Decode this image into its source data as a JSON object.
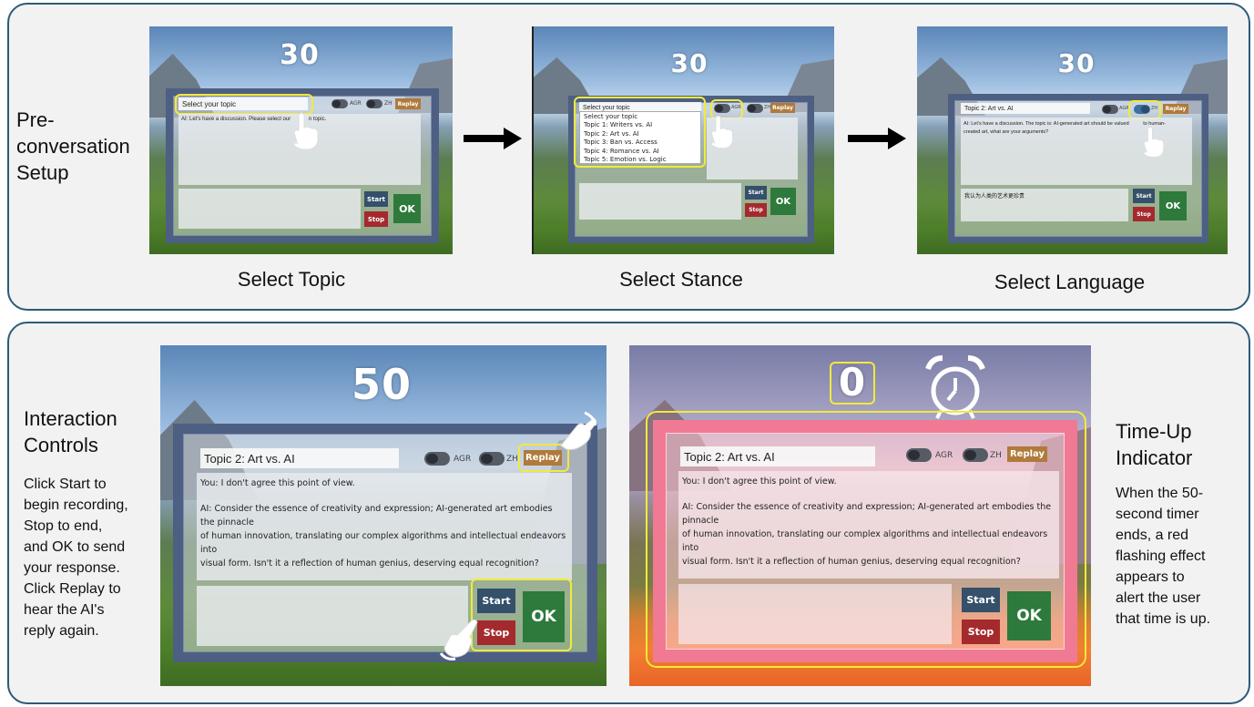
{
  "top": {
    "side_title": [
      "Pre-",
      "conversation",
      "Setup"
    ],
    "captions": [
      "Select Topic",
      "Select Stance",
      "Select Language"
    ],
    "shot1": {
      "timer": "30",
      "topic_placeholder": "Select your topic",
      "ai_text": "AI: Let's have a discussion. Please select our",
      "ai_text_tail": "n topic.",
      "toggle_agr": "AGR",
      "toggle_zh": "ZH",
      "replay": "Replay",
      "start": "Start",
      "stop": "Stop",
      "ok": "OK"
    },
    "shot2": {
      "timer": "30",
      "topic_placeholder": "Select your topic",
      "dropdown_options": [
        "Select your topic",
        "Topic 1: Writers vs. AI",
        "Topic 2: Art vs. AI",
        "Topic 3: Ban vs. Access",
        "Topic 4: Romance vs. AI",
        "Topic 5: Emotion vs. Logic"
      ],
      "toggle_agr": "AGR",
      "toggle_zh": "ZH",
      "replay": "Replay",
      "start": "Start",
      "stop": "Stop",
      "ok": "OK"
    },
    "shot3": {
      "timer": "30",
      "topic": "Topic 2: Art vs. AI",
      "ai_text_1": "AI: Let's have a discussion. The topic is: AI-generated art should be valued",
      "ai_text_1_tail": "to human-",
      "ai_text_2": "created art, what are your arguments?",
      "input_text": "我认为人类的艺术更珍贵",
      "toggle_agr": "AGR",
      "toggle_zh": "ZH",
      "replay": "Replay",
      "start": "Start",
      "stop": "Stop",
      "ok": "OK"
    }
  },
  "bottom": {
    "left_title": [
      "Interaction",
      "Controls"
    ],
    "left_desc": [
      "Click Start to",
      "begin recording,",
      "Stop to end,",
      "and OK to send",
      "your response.",
      "Click Replay to",
      "hear the AI's",
      "reply again."
    ],
    "right_title": [
      "Time-Up",
      "Indicator"
    ],
    "right_desc": [
      "When the 50-",
      "second timer",
      "ends, a red",
      "flashing effect",
      "appears to",
      "alert the user",
      "that time is up."
    ],
    "shot4": {
      "timer": "50",
      "topic": "Topic 2: Art vs. AI",
      "user_text": "You: I don't agree this point of view.",
      "ai_lines": [
        "AI: Consider the essence of creativity and expression; AI-generated art embodies the pinnacle",
        "of human innovation, translating our complex algorithms and intellectual endeavors into",
        "visual form. Isn't it a reflection of human genius, deserving equal recognition?"
      ],
      "toggle_agr": "AGR",
      "toggle_zh": "ZH",
      "replay": "Replay",
      "start": "Start",
      "stop": "Stop",
      "ok": "OK"
    },
    "shot5": {
      "timer": "0",
      "topic": "Topic 2: Art vs. AI",
      "user_text": "You: I don't agree this point of view.",
      "ai_lines": [
        "AI: Consider the essence of creativity and expression; AI-generated art embodies the pinnacle",
        "of human innovation, translating our complex algorithms and intellectual endeavors into",
        "visual form. Isn't it a reflection of human genius, deserving equal recognition?"
      ],
      "toggle_agr": "AGR",
      "toggle_zh": "ZH",
      "replay": "Replay",
      "start": "Start",
      "stop": "Stop",
      "ok": "OK"
    }
  },
  "colors": {
    "panel_border": "#2c5a78",
    "highlight": "#f2ea3a",
    "start_button": "#34506a",
    "stop_button": "#a42a2e",
    "ok_button": "#2d7a3c",
    "replay_button": "#b07a3a",
    "frame_blue": "#4d5f82",
    "frame_pink": "#f07a93"
  },
  "icons": [
    "pointing-hand-icon",
    "right-arrow-icon",
    "alarm-clock-icon"
  ]
}
